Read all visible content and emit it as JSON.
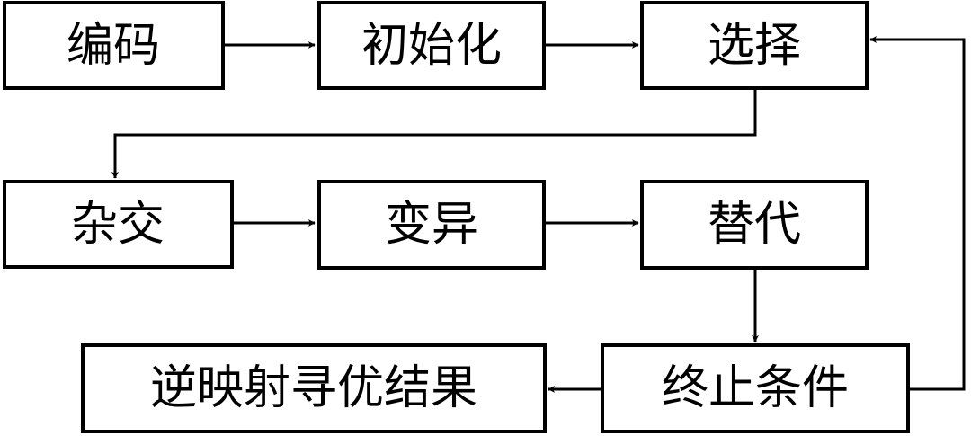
{
  "nodes": {
    "encode": {
      "label": "编码"
    },
    "init": {
      "label": "初始化"
    },
    "select": {
      "label": "选择"
    },
    "crossover": {
      "label": "杂交"
    },
    "mutate": {
      "label": "变异"
    },
    "replace": {
      "label": "替代"
    },
    "terminate": {
      "label": "终止条件"
    },
    "result": {
      "label": "逆映射寻优结果"
    }
  },
  "edges": [
    {
      "from": "encode",
      "to": "init"
    },
    {
      "from": "init",
      "to": "select"
    },
    {
      "from": "select",
      "to": "crossover"
    },
    {
      "from": "crossover",
      "to": "mutate"
    },
    {
      "from": "mutate",
      "to": "replace"
    },
    {
      "from": "replace",
      "to": "terminate"
    },
    {
      "from": "terminate",
      "to": "result"
    },
    {
      "from": "terminate",
      "to": "select"
    }
  ],
  "colors": {
    "stroke": "#000000",
    "background": "#ffffff"
  }
}
